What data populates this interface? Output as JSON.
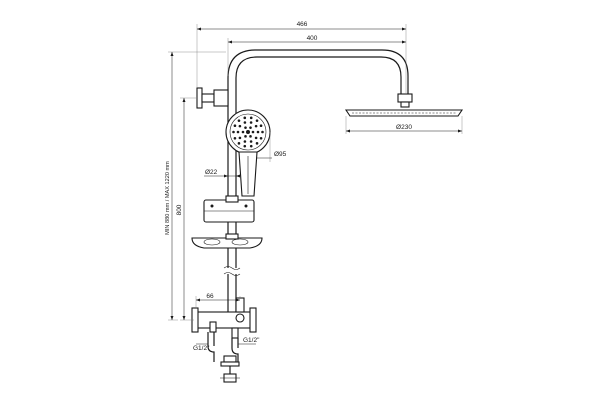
{
  "dimensions": {
    "overall_reach": "466",
    "arm_length": "400",
    "head_diameter": "Ø230",
    "handshower_diameter": "Ø95",
    "rail_diameter": "Ø22",
    "rail_height": "800",
    "height_range": "MIN 880 mm / MAX 1220 mm",
    "mixer_offset": "66",
    "inlet_left": "G1/2\"",
    "inlet_right": "G1/2\""
  },
  "colors": {
    "line": "#1a1a1a",
    "background": "#ffffff"
  }
}
